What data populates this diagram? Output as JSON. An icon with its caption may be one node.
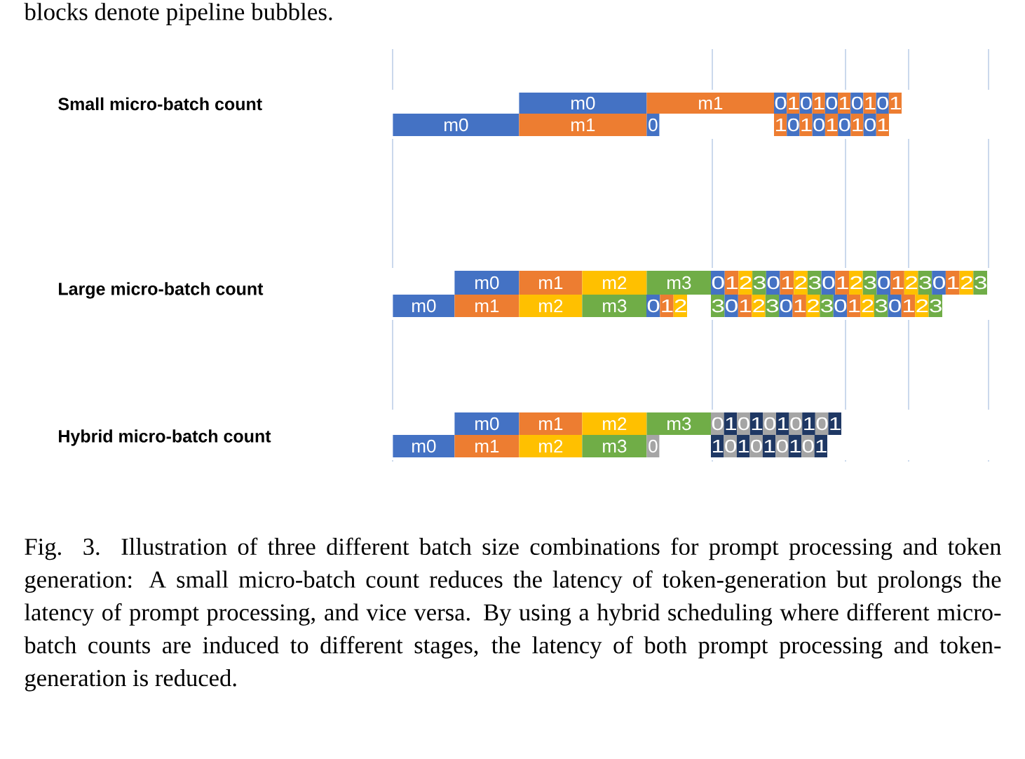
{
  "diagram": {
    "caption": "Fig. 3.  Illustration of three different batch size combinations for prompt processing and token generation: A small micro-batch count reduces the latency of token-generation but prolongs the latency of prompt processing, and vice versa. By using a hybrid scheduling where different micro-batch counts are induced to different stages, the latency of both prompt processing and token-generation is reduced.",
    "nodes": [
      {
        "text": [
          "m0"
        ]
      },
      {
        "text": [
          "m1"
        ]
      },
      {
        "text": [
          "0101010101"
        ]
      },
      {
        "text": [
          "m0"
        ]
      },
      {
        "text": [
          "m1"
        ]
      },
      {
        "text": [
          "0"
        ]
      },
      {
        "text": [
          "101010101"
        ]
      },
      {
        "text": [
          "m0"
        ]
      },
      {
        "text": [
          "m1"
        ]
      },
      {
        "text": [
          "m2"
        ]
      },
      {
        "text": [
          "m3"
        ]
      },
      {
        "text": [
          "01230123012301230123"
        ]
      },
      {
        "text": [
          "m0"
        ]
      },
      {
        "text": [
          "m1"
        ]
      },
      {
        "text": [
          "m2"
        ]
      },
      {
        "text": [
          "m3"
        ]
      },
      {
        "text": [
          "012"
        ]
      },
      {
        "text": [
          "30123012301230123"
        ]
      },
      {
        "text": [
          "m0"
        ]
      },
      {
        "text": [
          "m1"
        ]
      },
      {
        "text": [
          "m2"
        ]
      },
      {
        "text": [
          "m3"
        ]
      },
      {
        "text": [
          "0101010101"
        ]
      },
      {
        "text": [
          "m0"
        ]
      },
      {
        "text": [
          "m1"
        ]
      },
      {
        "text": [
          "m2"
        ]
      },
      {
        "text": [
          "m3"
        ]
      },
      {
        "text": [
          "0"
        ]
      },
      {
        "text": [
          "101010101"
        ]
      }
    ],
    "labels": [
      "blocks denote pipeline bubbles.",
      "Small micro-batch count",
      "Large micro-batch count",
      "Hybrid micro-batch count"
    ]
  }
}
